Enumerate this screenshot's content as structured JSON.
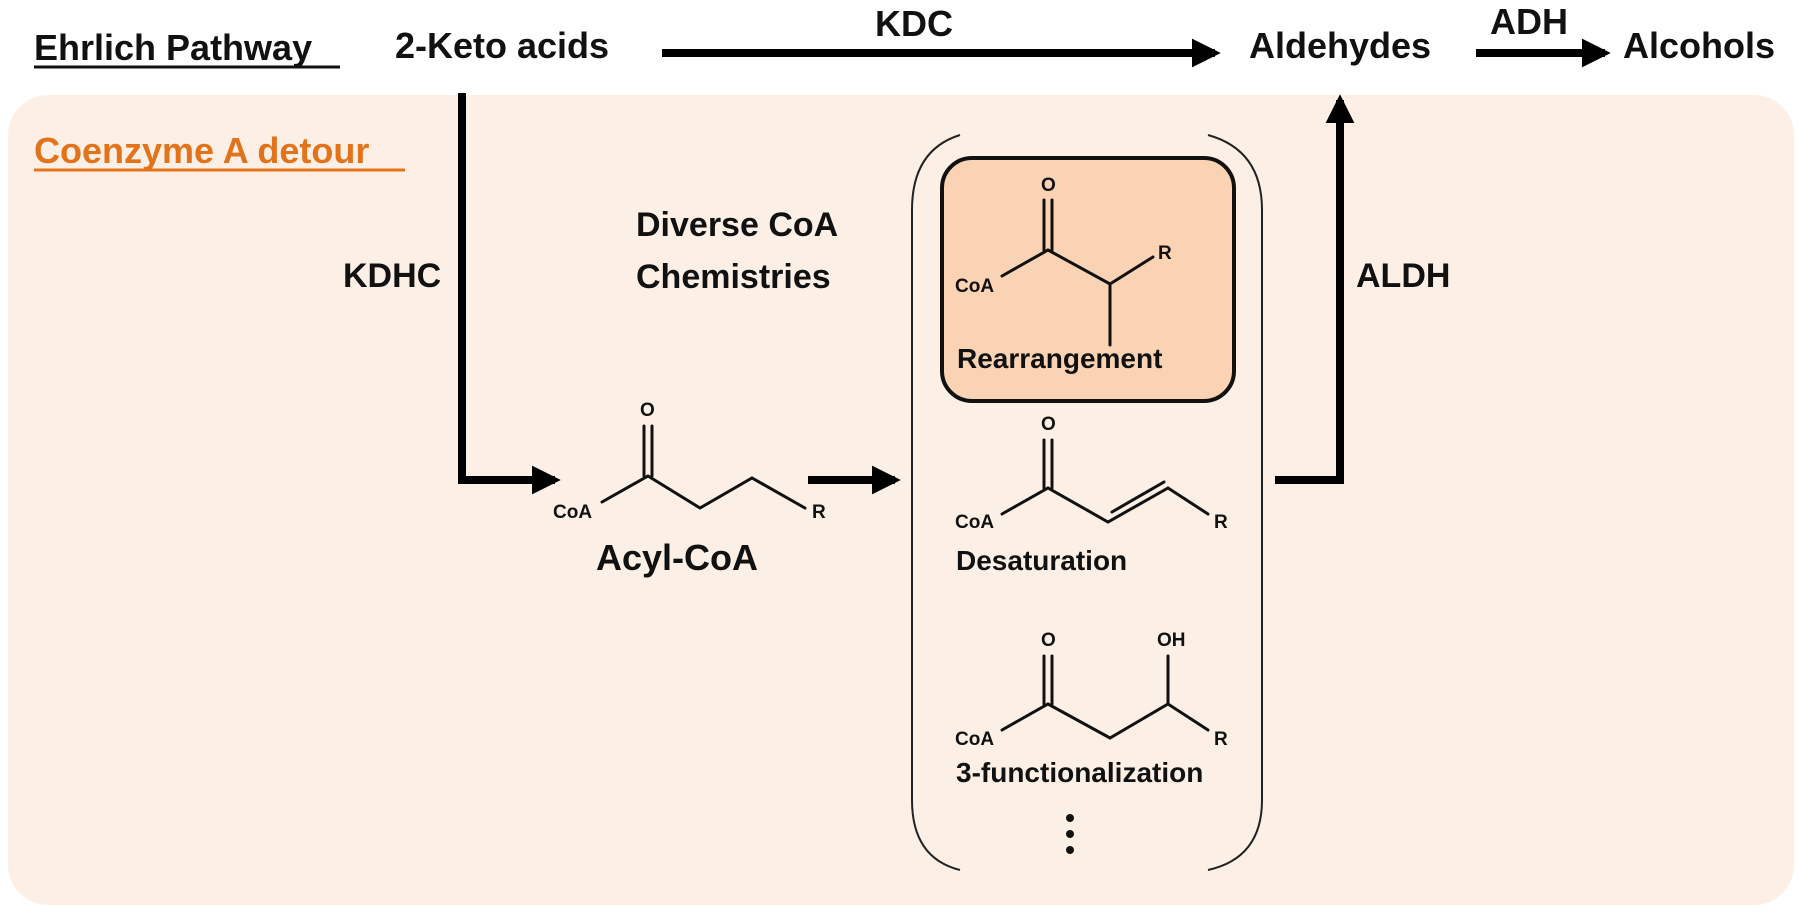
{
  "ehrlich": {
    "title": "Ehrlich Pathway",
    "keto_acids": "2-Keto acids",
    "kdc": "KDC",
    "aldehydes": "Aldehydes",
    "adh": "ADH",
    "alcohols": "Alcohols"
  },
  "detour": {
    "title": "Coenzyme A detour",
    "kdhc": "KDHC",
    "aldh": "ALDH",
    "diverse_line1": "Diverse CoA",
    "diverse_line2": "Chemistries",
    "acyl_coa": "Acyl-CoA"
  },
  "molecules": {
    "coa": "CoA",
    "oxygen": "O",
    "hydroxyl": "OH",
    "r_group": "R"
  },
  "chemistries": {
    "rearrangement": "Rearrangement",
    "desaturation": "Desaturation",
    "functionalization": "3-functionalization",
    "more": "⋮"
  },
  "colors": {
    "detour_background": "#fcf0e6",
    "detour_title": "#e2731b",
    "rearrangement_fill": "#f9d3b4"
  }
}
